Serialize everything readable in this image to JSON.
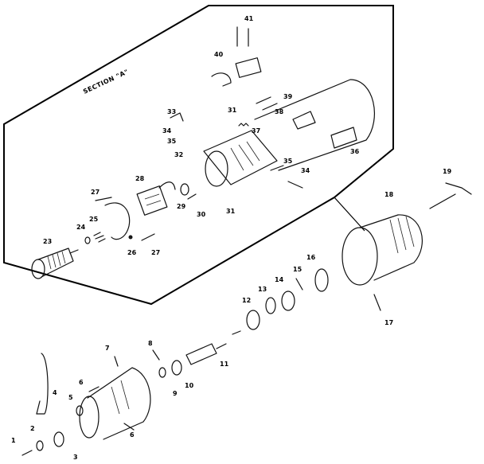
{
  "diagram": {
    "section_label": "SECTION \"A\"",
    "callouts": [
      {
        "id": "1",
        "text": "1"
      },
      {
        "id": "2",
        "text": "2"
      },
      {
        "id": "3",
        "text": "3"
      },
      {
        "id": "4",
        "text": "4"
      },
      {
        "id": "5",
        "text": "5"
      },
      {
        "id": "6a",
        "text": "6"
      },
      {
        "id": "6b",
        "text": "6"
      },
      {
        "id": "7",
        "text": "7"
      },
      {
        "id": "8",
        "text": "8"
      },
      {
        "id": "9",
        "text": "9"
      },
      {
        "id": "10",
        "text": "10"
      },
      {
        "id": "11",
        "text": "11"
      },
      {
        "id": "12",
        "text": "12"
      },
      {
        "id": "13",
        "text": "13"
      },
      {
        "id": "14",
        "text": "14"
      },
      {
        "id": "15",
        "text": "15"
      },
      {
        "id": "16",
        "text": "16"
      },
      {
        "id": "17",
        "text": "17"
      },
      {
        "id": "18",
        "text": "18"
      },
      {
        "id": "19",
        "text": "19"
      },
      {
        "id": "23",
        "text": "23"
      },
      {
        "id": "24",
        "text": "24"
      },
      {
        "id": "25",
        "text": "25"
      },
      {
        "id": "26",
        "text": "26"
      },
      {
        "id": "27a",
        "text": "27"
      },
      {
        "id": "27b",
        "text": "27"
      },
      {
        "id": "28",
        "text": "28"
      },
      {
        "id": "29",
        "text": "29"
      },
      {
        "id": "30",
        "text": "30"
      },
      {
        "id": "31a",
        "text": "31"
      },
      {
        "id": "31b",
        "text": "31"
      },
      {
        "id": "32",
        "text": "32"
      },
      {
        "id": "33",
        "text": "33"
      },
      {
        "id": "34a",
        "text": "34"
      },
      {
        "id": "34b",
        "text": "34"
      },
      {
        "id": "35a",
        "text": "35"
      },
      {
        "id": "35b",
        "text": "35"
      },
      {
        "id": "36",
        "text": "36"
      },
      {
        "id": "37",
        "text": "37"
      },
      {
        "id": "38",
        "text": "38"
      },
      {
        "id": "39",
        "text": "39"
      },
      {
        "id": "40",
        "text": "40"
      },
      {
        "id": "41",
        "text": "41"
      }
    ]
  }
}
